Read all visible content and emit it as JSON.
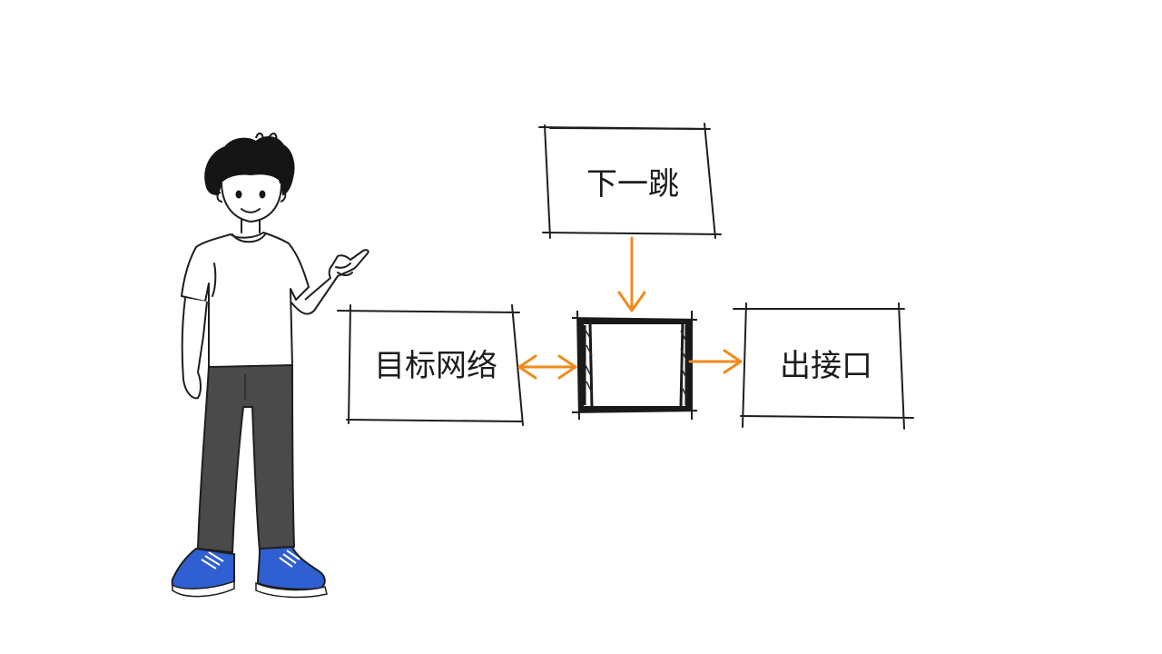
{
  "diagram": {
    "nodes": {
      "next_hop": {
        "label": "下一跳"
      },
      "destination_network": {
        "label": "目标网络"
      },
      "outgoing_interface": {
        "label": "出接口"
      }
    },
    "colors": {
      "arrow": "#F08A1C",
      "ink": "#1E1E1E",
      "shoe": "#2F5FD0",
      "pants": "#4A4A4A"
    }
  }
}
